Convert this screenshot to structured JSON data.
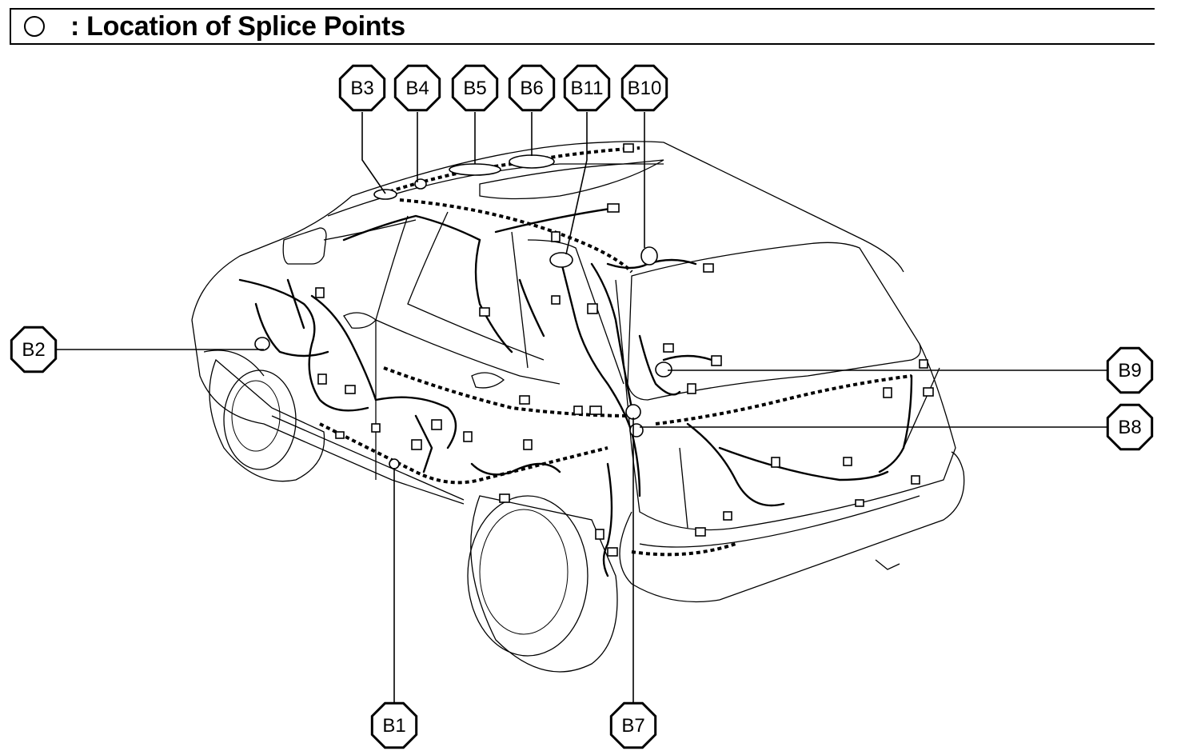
{
  "header": {
    "icon": "circle-outline-icon",
    "title": ": Location of Splice Points"
  },
  "callouts": [
    {
      "id": "B1",
      "label": "B1"
    },
    {
      "id": "B2",
      "label": "B2"
    },
    {
      "id": "B3",
      "label": "B3"
    },
    {
      "id": "B4",
      "label": "B4"
    },
    {
      "id": "B5",
      "label": "B5"
    },
    {
      "id": "B6",
      "label": "B6"
    },
    {
      "id": "B7",
      "label": "B7"
    },
    {
      "id": "B8",
      "label": "B8"
    },
    {
      "id": "B9",
      "label": "B9"
    },
    {
      "id": "B10",
      "label": "B10"
    },
    {
      "id": "B11",
      "label": "B11"
    }
  ]
}
